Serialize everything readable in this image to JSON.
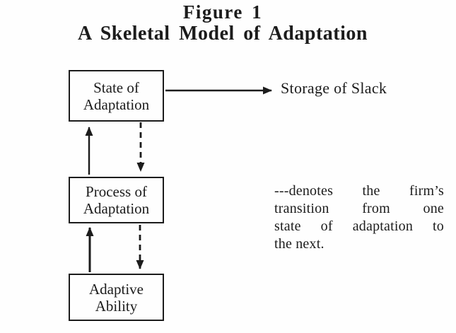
{
  "figure": {
    "title": "Figure 1",
    "subtitle": "A Skeletal Model of Adaptation"
  },
  "diagram": {
    "boxes": [
      {
        "id": "state-of-adaptation",
        "line1": "State of",
        "line2": "Adaptation"
      },
      {
        "id": "process-of-adaptation",
        "line1": "Process of",
        "line2": "Adaptation"
      },
      {
        "id": "adaptive-ability",
        "line1": "Adaptive",
        "line2": "Ability"
      }
    ],
    "output_label": "Storage of Slack",
    "connections": [
      {
        "from": "State of Adaptation",
        "to": "Storage of Slack",
        "style": "solid",
        "direction": "right"
      },
      {
        "from": "Process of Adaptation",
        "to": "State of Adaptation",
        "style": "solid",
        "direction": "up"
      },
      {
        "from": "State of Adaptation",
        "to": "Process of Adaptation",
        "style": "dashed",
        "direction": "down"
      },
      {
        "from": "Adaptive Ability",
        "to": "Process of Adaptation",
        "style": "solid",
        "direction": "up"
      },
      {
        "from": "Process of Adaptation",
        "to": "Adaptive Ability",
        "style": "dashed",
        "direction": "down"
      }
    ]
  },
  "legend": {
    "lines": [
      "---denotes the firm’s",
      "transition from one",
      "state of adaptation to",
      "the next."
    ],
    "text": "---denotes the firm’s transition from one state of adaptation to the next."
  },
  "colors": {
    "ink": "#1c1c1c",
    "background": "#fefefe"
  }
}
